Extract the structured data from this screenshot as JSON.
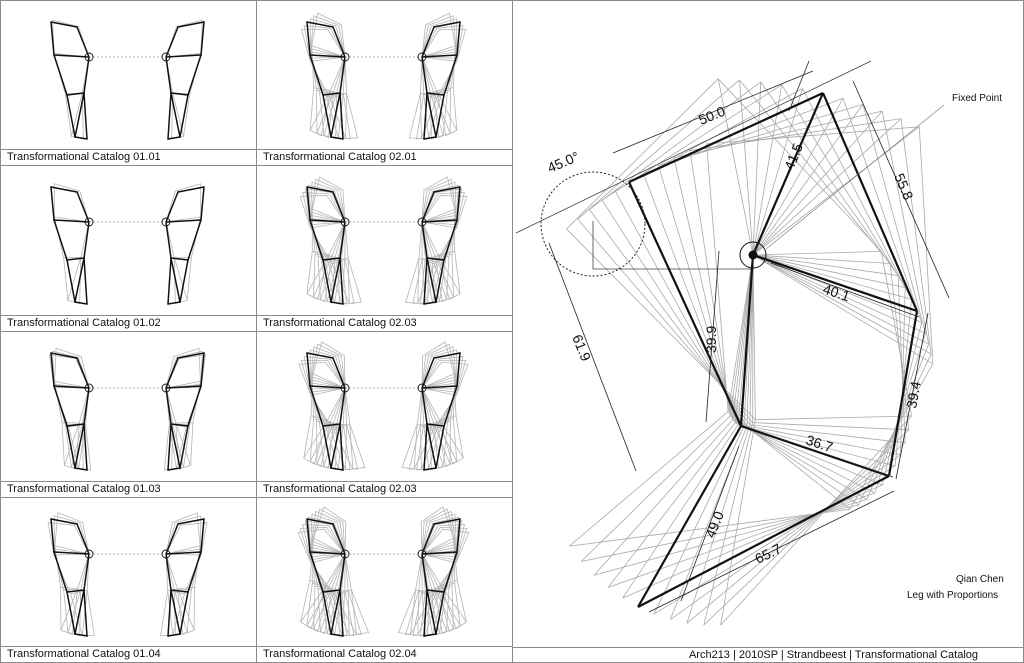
{
  "catalog": {
    "panels": [
      {
        "caption": "Transformational Catalog 01.01",
        "ghosts": 1
      },
      {
        "caption": "Transformational Catalog 02.01",
        "ghosts": 6
      },
      {
        "caption": "Transformational Catalog 01.02",
        "ghosts": 2
      },
      {
        "caption": "Transformational Catalog 02.03",
        "ghosts": 7
      },
      {
        "caption": "Transformational Catalog 01.03",
        "ghosts": 3
      },
      {
        "caption": "Transformational Catalog 02.03",
        "ghosts": 8
      },
      {
        "caption": "Transformational Catalog 01.04",
        "ghosts": 4
      },
      {
        "caption": "Transformational Catalog 02.04",
        "ghosts": 9
      }
    ]
  },
  "detail": {
    "fixed_point_label": "Fixed Point",
    "author": "Qian Chen",
    "subtitle": "Leg with Proportions",
    "angle_label": "45.0°",
    "dimensions": [
      "50.0",
      "41.5",
      "55.8",
      "40.1",
      "39.9",
      "61.9",
      "39.4",
      "36.7",
      "49.0",
      "65.7"
    ],
    "footer": "Arch213 | 2010SP | Strandbeest | Transformational Catalog"
  }
}
